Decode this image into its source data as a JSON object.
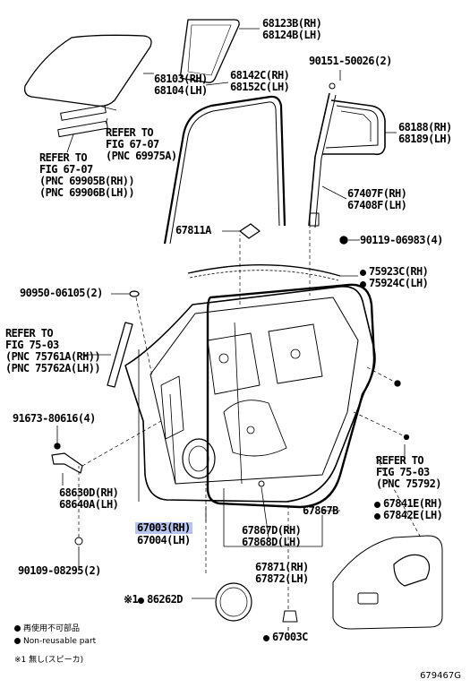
{
  "labels": {
    "glass_qtr_rh": "68123B(RH)",
    "glass_qtr_lh": "68124B(LH)",
    "glass_rh": "68103(RH)",
    "glass_lh": "68104(LH)",
    "run_rh": "68142C(RH)",
    "run_lh": "68152C(LH)",
    "clip_top": "90151-50026(2)",
    "qtr_run_rh": "68188(RH)",
    "qtr_run_lh": "68189(LH)",
    "refer_a": [
      "REFER TO",
      "FIG 67-07",
      "(PNC 69975A)"
    ],
    "refer_b": [
      "REFER TO",
      "FIG 67-07",
      "(PNC 69905B(RH))",
      "(PNC 69906B(LH))"
    ],
    "division_rh": "67407F(RH)",
    "division_lh": "67408F(LH)",
    "cushion": "67811A",
    "bolt_div": "90119-06983(4)",
    "belt_rh": "75923C(RH)",
    "belt_lh": "75924C(LH)",
    "plug_top": "90950-06105(2)",
    "refer_c": [
      "REFER TO",
      "FIG 75-03",
      "(PNC 75761A(RH))",
      "(PNC 75762A(LH))"
    ],
    "bolt_hinge": "91673-80616(4)",
    "check_rh": "68630D(RH)",
    "check_lh": "68640A(LH)",
    "door_rh": "67003(RH)",
    "door_lh": "67004(LH)",
    "bolt_check": "90109-08295(2)",
    "refer_d": [
      "REFER TO",
      "FIG 75-03",
      "(PNC 75792)"
    ],
    "weather": "67867B",
    "seal_rh": "67867D(RH)",
    "seal_lh": "67868D(LH)",
    "service_rh": "67871(RH)",
    "service_lh": "67872(LH)",
    "cover_rh": "67841E(RH)",
    "cover_lh": "67842E(LH)",
    "speaker_plug": "86262D",
    "speaker_prefix": "※1",
    "plug_bottom": "67003C"
  },
  "legend": {
    "line1": "再使用不可部品",
    "line2": "Non-reusable part",
    "line3": "※1 無し(スピーカ)"
  },
  "figure_id": "679467G"
}
